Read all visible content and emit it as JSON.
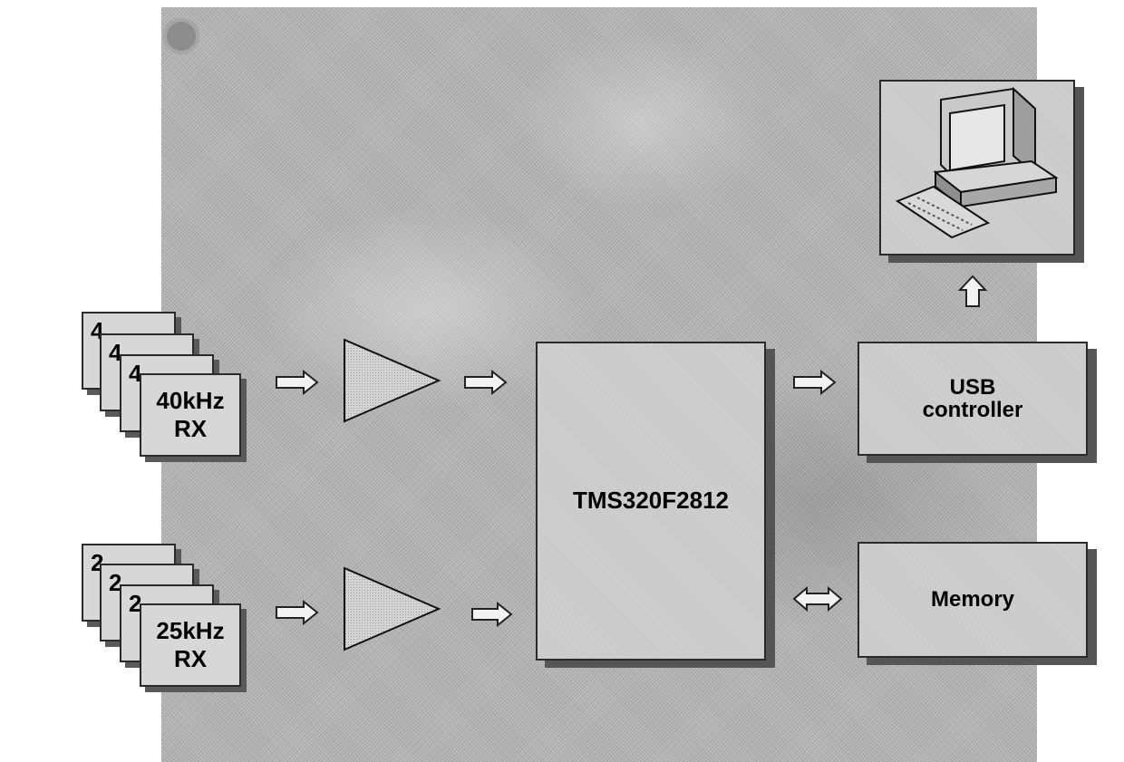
{
  "blocks": {
    "processor": "TMS320F2812",
    "usb_line1": "USB",
    "usb_line2": "controller",
    "memory": "Memory"
  },
  "receivers": {
    "rx40_front_line1": "40kHz",
    "rx40_front_line2": "RX",
    "rx40_behind_digit": "4",
    "rx25_front_line1": "25kHz",
    "rx25_front_line2": "RX",
    "rx25_behind_digit": "2"
  },
  "icons": {
    "computer": "computer-icon",
    "amplifier": "amplifier-triangle",
    "arrow": "arrow-right-icon",
    "bidirectional": "double-arrow-icon"
  },
  "colors": {
    "block_fill": "#d2d2d2",
    "block_border": "#2a2a2a",
    "shadow": "#555555",
    "board": "#b9b9b9"
  }
}
